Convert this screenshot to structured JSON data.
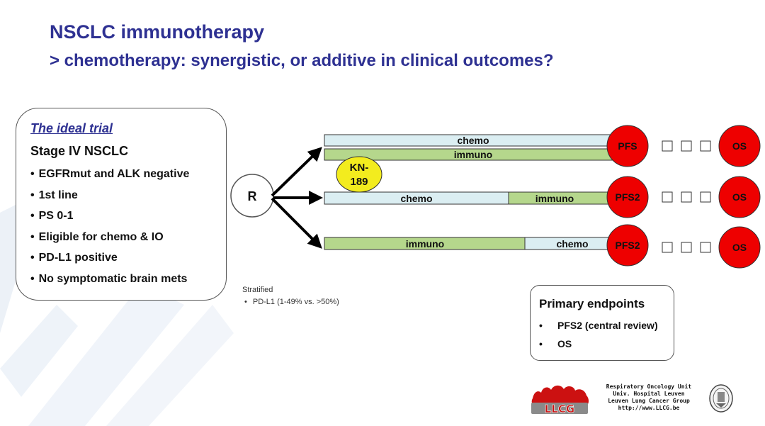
{
  "slide": {
    "title": "NSCLC immunotherapy",
    "subtitle": "> chemotherapy: synergistic, or additive in clinical outcomes?"
  },
  "trial_box": {
    "heading": "The ideal trial",
    "stage": "Stage IV NSCLC",
    "criteria": [
      "EGFRmut and ALK negative",
      "1st line",
      "PS 0-1",
      "Eligible for chemo & IO",
      "PD-L1 positive",
      "No symptomatic brain mets"
    ]
  },
  "randomization": {
    "label": "R"
  },
  "arms": [
    {
      "bar_top": "chemo",
      "bar_bottom": "immuno",
      "endpoint": "PFS",
      "final": "OS"
    },
    {
      "bar_left": "chemo",
      "bar_right": "immuno",
      "endpoint": "PFS2",
      "final": "OS"
    },
    {
      "bar_left": "immuno",
      "bar_right": "chemo",
      "endpoint": "PFS2",
      "final": "OS"
    }
  ],
  "badge": {
    "line1": "KN-",
    "line2": "189"
  },
  "stratified": {
    "label": "Stratified",
    "item": "PD-L1  (1-49% vs. >50%)"
  },
  "primary_endpoints": {
    "title": "Primary endpoints",
    "items": [
      "PFS2 (central review)",
      "OS"
    ]
  },
  "logo": {
    "text": "LLCG"
  },
  "affiliation": {
    "line1": "Respiratory Oncology Unit",
    "line2": "Univ. Hospital Leuven",
    "line3": "Leuven Lung Cancer Group",
    "line4": "http://www.LLCG.be"
  },
  "colors": {
    "title": "#2e3192",
    "chemo_bar": "#dbeef2",
    "immuno_bar": "#b5d78c",
    "endpoint_circle": "#ee0000",
    "badge": "#f3ec1e"
  }
}
